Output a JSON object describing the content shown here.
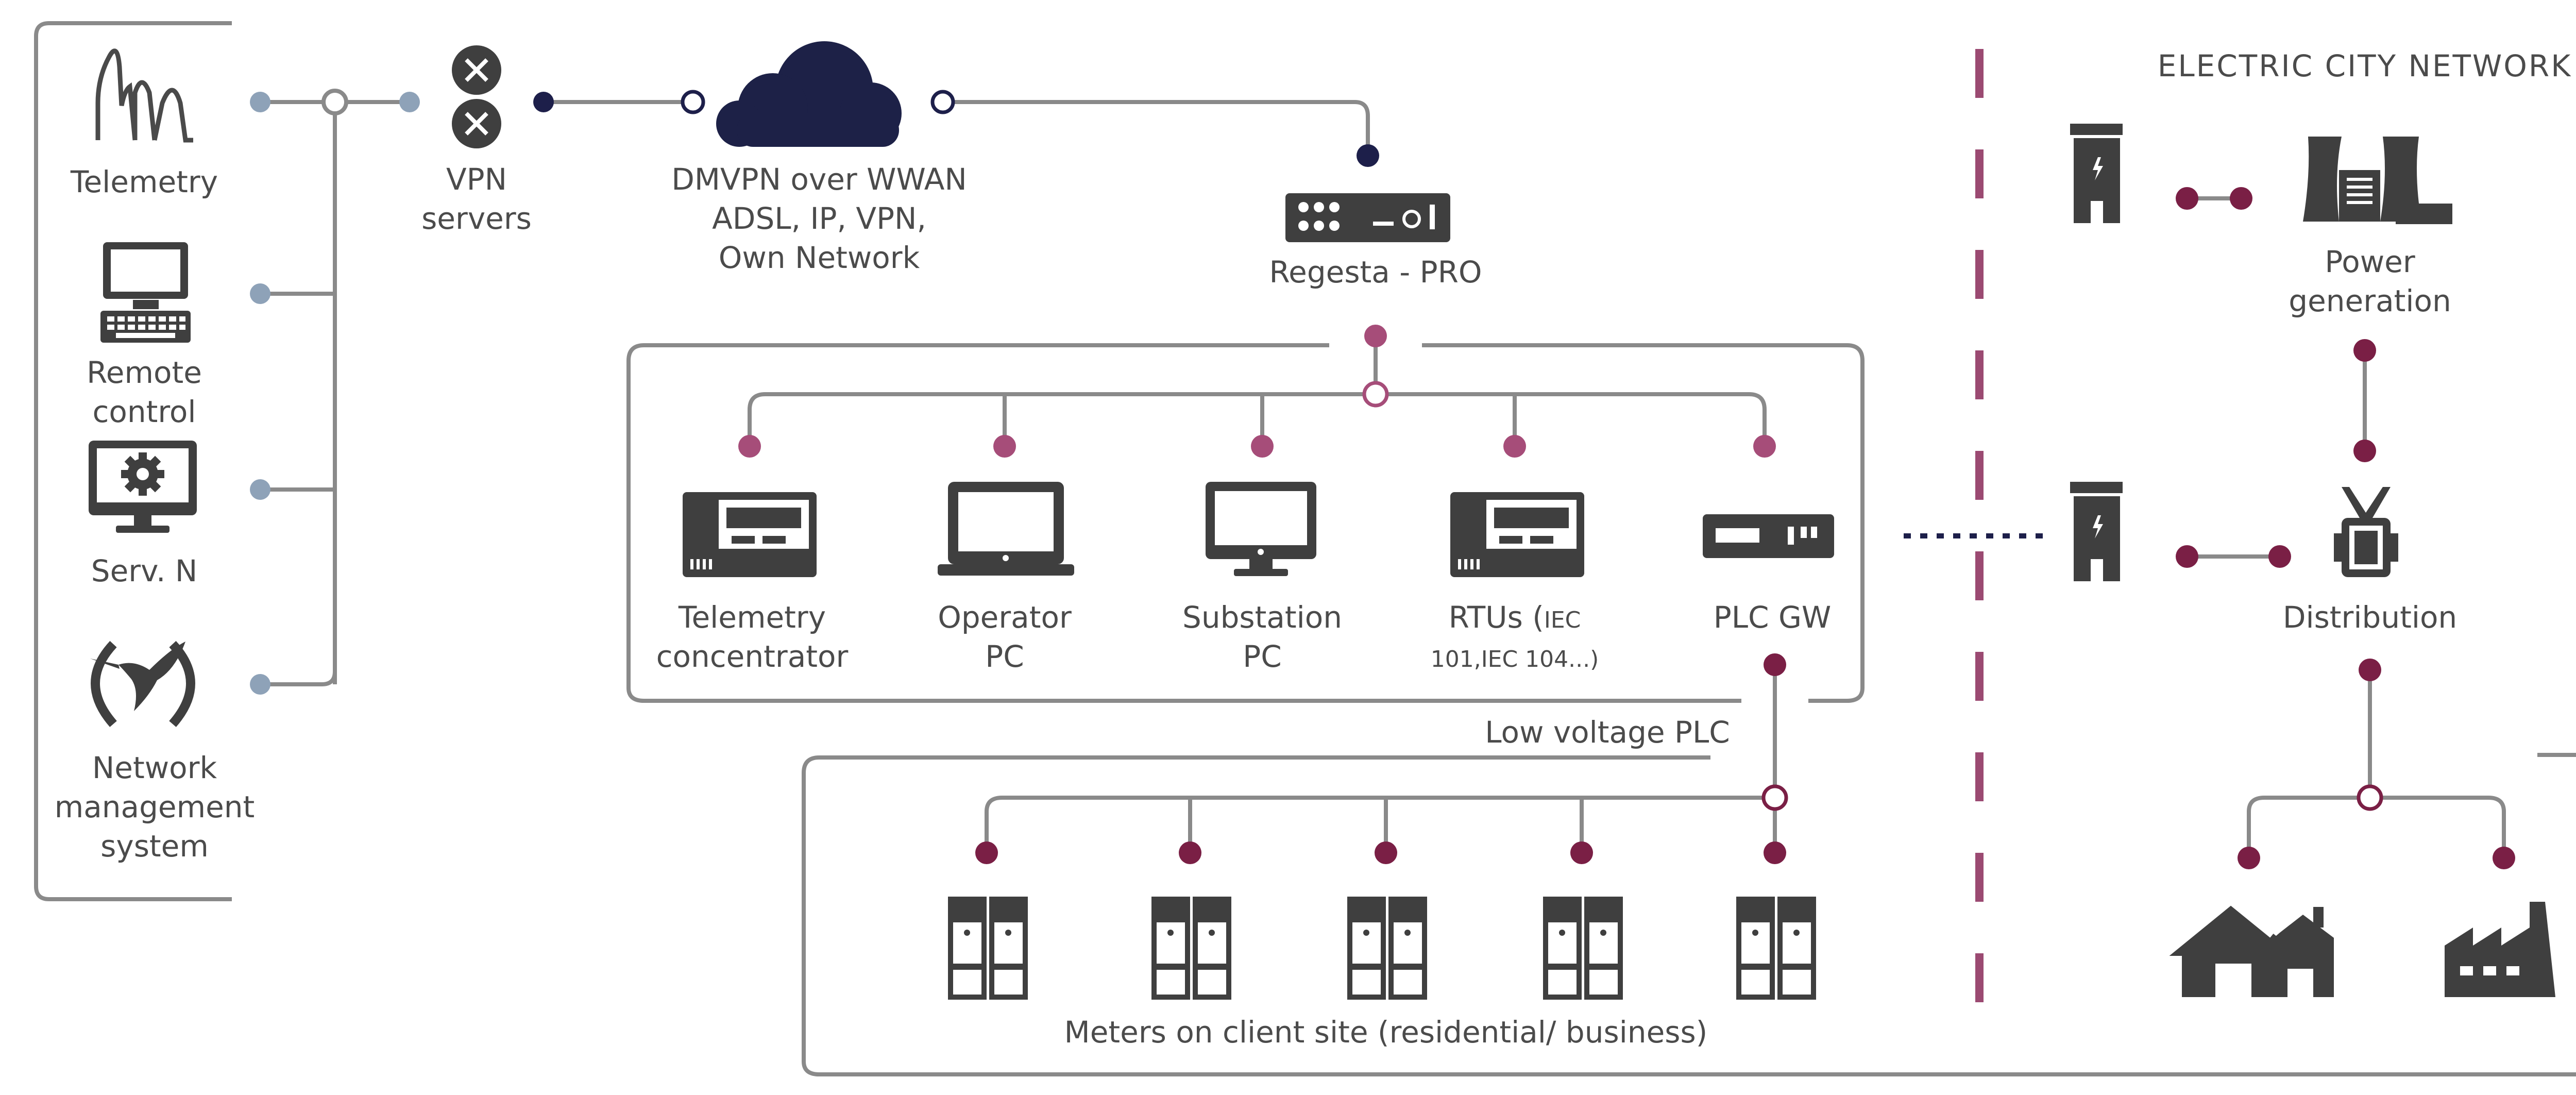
{
  "colors": {
    "line": "#8a8a8a",
    "icon": "#3f3f3f",
    "node_blue": "#8ea2b8",
    "node_navy": "#1d1f4a",
    "node_pink": "#a64d79",
    "node_maroon": "#7a1f45",
    "divider": "#9b4a72",
    "cloud": "#1d2147"
  },
  "left_panel": {
    "telemetry": "Telemetry",
    "remote_control": [
      "Remote",
      "control"
    ],
    "serv_n": "Serv. N",
    "nms": [
      "Network",
      "management",
      "system"
    ],
    "icons": [
      "telemetry-icon",
      "computer-icon",
      "server-gear-icon",
      "hummingbird-logo-icon"
    ]
  },
  "vpn": {
    "label": [
      "VPN",
      "servers"
    ],
    "icon": "vpn-server-icon"
  },
  "cloud": {
    "label": [
      "DMVPN over WWAN",
      "ADSL, IP, VPN,",
      "Own Network"
    ],
    "icon": "cloud-icon"
  },
  "regesta": {
    "label": "Regesta - PRO",
    "icon": "router-icon"
  },
  "devices": {
    "telemetry_concentrator": [
      "Telemetry",
      "concentrator"
    ],
    "operator_pc": [
      "Operator",
      "PC"
    ],
    "substation_pc": [
      "Substation",
      "PC"
    ],
    "rtus_main": "RTUs (",
    "rtus_iec": "IEC",
    "rtus_line2": "101,IEC 104...)",
    "plc_gw": "PLC GW"
  },
  "low_voltage": "Low voltage PLC",
  "meters": {
    "label": "Meters on client site (residential/ business)",
    "count": 5,
    "icon": "meter-icon"
  },
  "city": {
    "title": "ELECTRIC CITY NETWORK",
    "power_generation": [
      "Power",
      "generation"
    ],
    "distribution": "Distribution",
    "icons": [
      "plc-device-icon",
      "power-plant-icon",
      "transformer-icon",
      "houses-icon",
      "factory-icon"
    ]
  }
}
